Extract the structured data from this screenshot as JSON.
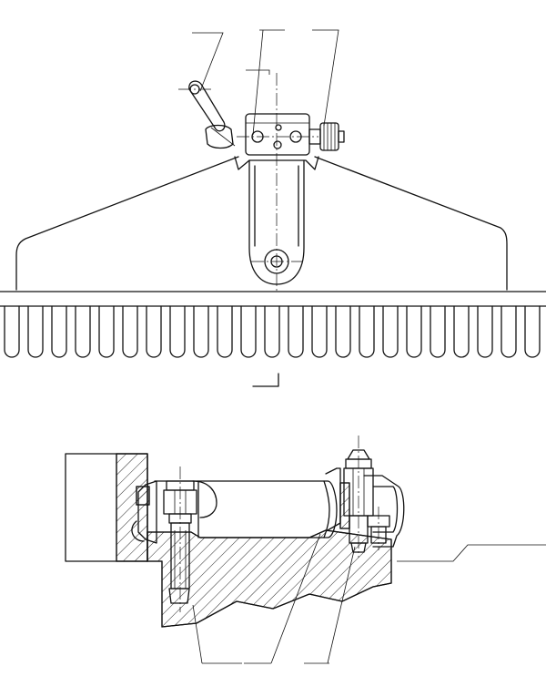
{
  "drawing": {
    "kind": "technical-assembly-drawing",
    "views": [
      "front-elevation",
      "cross-section"
    ],
    "tooth_count": 23,
    "stroke_color": "#111111",
    "background_color": "#ffffff"
  }
}
